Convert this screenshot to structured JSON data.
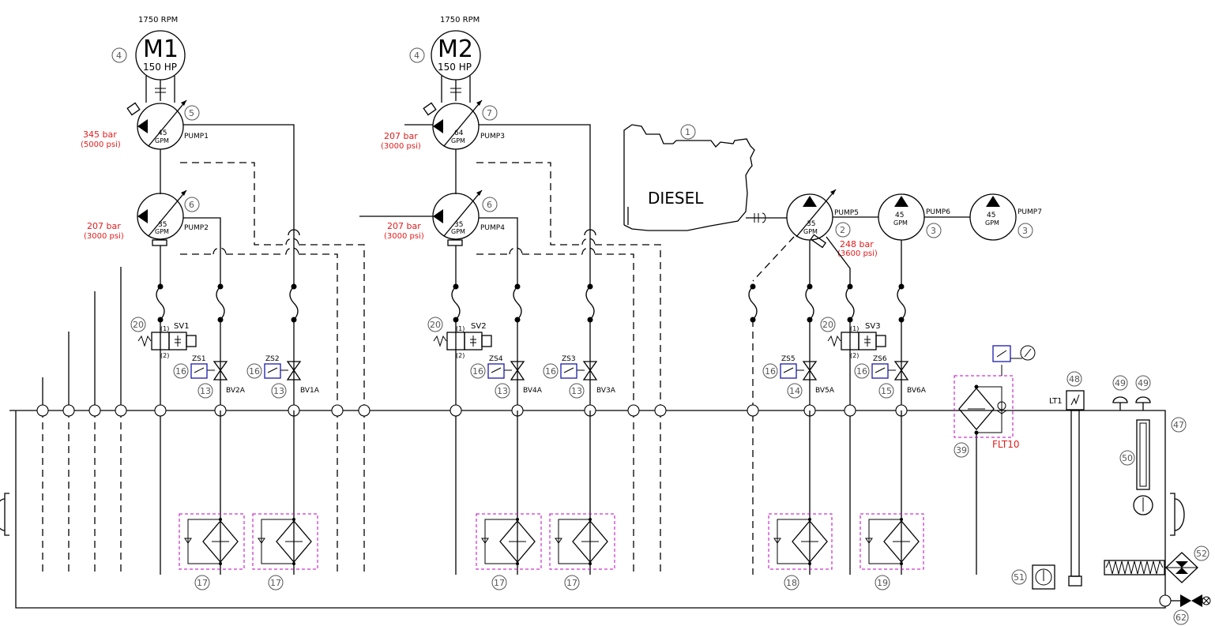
{
  "colors": {
    "line": "#000000",
    "pressure": "#e21b1b",
    "filter_box": "#c000c0",
    "switch_box": "#1a1aa8",
    "callout": "#555555"
  },
  "motors": [
    {
      "id": "M1",
      "label": "M1",
      "hp": "150 HP",
      "rpm": "1750 RPM",
      "callout": "4"
    },
    {
      "id": "M2",
      "label": "M2",
      "hp": "150 HP",
      "rpm": "1750 RPM",
      "callout": "4"
    }
  ],
  "engine": {
    "label": "DIESEL",
    "callout": "1"
  },
  "pumps": [
    {
      "id": "PUMP1",
      "flow": "45",
      "unit": "GPM",
      "callout": "5",
      "pressure_bar": "345 bar",
      "pressure_psi": "(5000 psi)"
    },
    {
      "id": "PUMP2",
      "flow": "35",
      "unit": "GPM",
      "callout": "6",
      "pressure_bar": "207 bar",
      "pressure_psi": "(3000 psi)"
    },
    {
      "id": "PUMP3",
      "flow": "64",
      "unit": "GPM",
      "callout": "7",
      "pressure_bar": "207 bar",
      "pressure_psi": "(3000 psi)"
    },
    {
      "id": "PUMP4",
      "flow": "35",
      "unit": "GPM",
      "callout": "6",
      "pressure_bar": "207 bar",
      "pressure_psi": "(3000 psi)"
    },
    {
      "id": "PUMP5",
      "flow": "35",
      "unit": "GPM",
      "callout": "2",
      "pressure_bar": "248 bar",
      "pressure_psi": "(3600 psi)"
    },
    {
      "id": "PUMP6",
      "flow": "45",
      "unit": "GPM",
      "callout": "3"
    },
    {
      "id": "PUMP7",
      "flow": "45",
      "unit": "GPM",
      "callout": "3"
    }
  ],
  "solenoid_valves": [
    {
      "id": "SV1",
      "callout": "20",
      "port1": "(1)",
      "port2": "(2)"
    },
    {
      "id": "SV2",
      "callout": "20",
      "port1": "(1)",
      "port2": "(2)"
    },
    {
      "id": "SV3",
      "callout": "20",
      "port1": "(1)",
      "port2": "(2)"
    }
  ],
  "ball_valves": [
    {
      "id": "BV2A",
      "switch": "ZS1",
      "switch_callout": "16",
      "callout": "13"
    },
    {
      "id": "BV1A",
      "switch": "ZS2",
      "switch_callout": "16",
      "callout": "13"
    },
    {
      "id": "BV4A",
      "switch": "ZS4",
      "switch_callout": "16",
      "callout": "13"
    },
    {
      "id": "BV3A",
      "switch": "ZS3",
      "switch_callout": "16",
      "callout": "13"
    },
    {
      "id": "BV5A",
      "switch": "ZS5",
      "switch_callout": "16",
      "callout": "14"
    },
    {
      "id": "BV6A",
      "switch": "ZS6",
      "switch_callout": "16",
      "callout": "15"
    }
  ],
  "return_filters": [
    "17",
    "17",
    "17",
    "17",
    "18",
    "19"
  ],
  "tank": {
    "filter_label": "FLT10",
    "filter_callout": "39",
    "level_transmitter": "LT1",
    "level_callout": "48",
    "breathers": [
      "49",
      "49"
    ],
    "tank_callout": "47",
    "sight_gauge": "50",
    "thermometer": "51",
    "heater": "52",
    "drain": "62"
  }
}
